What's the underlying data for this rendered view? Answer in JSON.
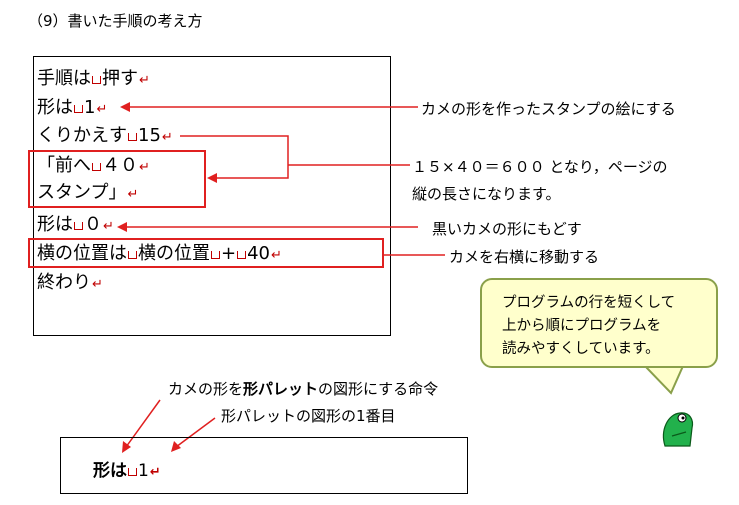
{
  "title": "（9）書いた手順の考え方",
  "code_lines": [
    {
      "text": "手順は",
      "arg": "押す"
    },
    {
      "text": "形は",
      "arg": "1"
    },
    {
      "text": "くりかえす",
      "arg": "15"
    },
    {
      "text": "「前へ",
      "arg": "４０"
    },
    {
      "text": "スタンプ」",
      "arg": ""
    },
    {
      "text": "形は",
      "arg": "０"
    },
    {
      "text": "横の位置は",
      "arg": "横の位置",
      "op": "+",
      "arg2": "40"
    },
    {
      "text": "終わり",
      "arg": ""
    }
  ],
  "annotations": {
    "shape_note": "カメの形を作ったスタンプの絵にする",
    "loop_note_1": "１５×４０＝６００ となり，ページの",
    "loop_note_2": "縦の長さになります。",
    "black_note": "黒いカメの形にもどす",
    "move_note": "カメを右横に移動する"
  },
  "callout": {
    "lines": [
      "プログラムの行を短くして",
      "上から順にプログラムを",
      "読みやすくしています。"
    ]
  },
  "bottom": {
    "note_1_prefix": "カメの形を",
    "note_1_bold": "形パレット",
    "note_1_suffix": "の図形にする命令",
    "note_2": "形パレットの図形の1番目",
    "code_text": "形は",
    "code_arg": "1"
  },
  "colors": {
    "accent_red": "#e02020",
    "callout_fill": "#ffffcc",
    "callout_border": "#8aa04a",
    "turtle_green": "#22b14c"
  },
  "icons": [
    "space-mark-icon",
    "return-mark-icon",
    "turtle-icon"
  ]
}
